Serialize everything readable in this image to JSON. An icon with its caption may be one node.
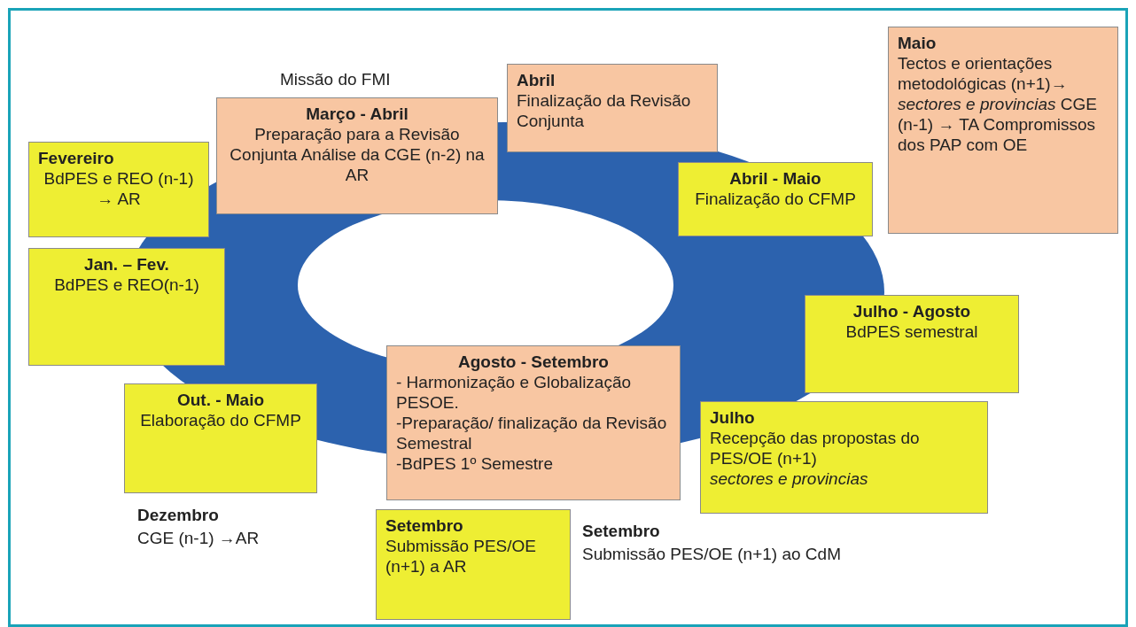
{
  "diagram": {
    "nodes": [
      {
        "text": [
          "Março - Abril",
          "Preparação para a Revisão Conjunta Análise da CGE (n-2) na AR"
        ]
      },
      {
        "text": [
          "Abril",
          "Finalização da Revisão Conjunta"
        ]
      },
      {
        "text": [
          "Maio",
          "Tectos e orientações metodológicas (n+1)→ *sectores e provincias* CGE (n-1) → TA Compromissos dos PAP com OE"
        ]
      },
      {
        "text": [
          "Fevereiro",
          "BdPES e REO (n-1) → AR"
        ]
      },
      {
        "text": [
          "Abril - Maio",
          "Finalização do CFMP"
        ]
      },
      {
        "text": [
          "Jan. – Fev.",
          "BdPES e REO(n-1)"
        ]
      },
      {
        "text": [
          "Julho - Agosto",
          "BdPES semestral"
        ]
      },
      {
        "text": [
          "Agosto - Setembro",
          "- Harmonização e Globalização PESOE.",
          "-Preparação/ finalização da Revisão Semestral",
          "-BdPES 1º Semestre"
        ]
      },
      {
        "text": [
          "Out. - Maio",
          "Elaboração do CFMP"
        ]
      },
      {
        "text": [
          "Julho",
          "Recepção das propostas do PES/OE (n+1)",
          "sectores e provincias"
        ]
      },
      {
        "text": [
          "Setembro",
          "Submissão PES/OE (n+1) a AR"
        ]
      }
    ],
    "edges": [],
    "labels": [
      "Missão do FMI",
      "Dezembro",
      "CGE (n-1) →AR",
      "Setembro",
      "Submissão PES/OE (n+1) ao CdM"
    ]
  }
}
